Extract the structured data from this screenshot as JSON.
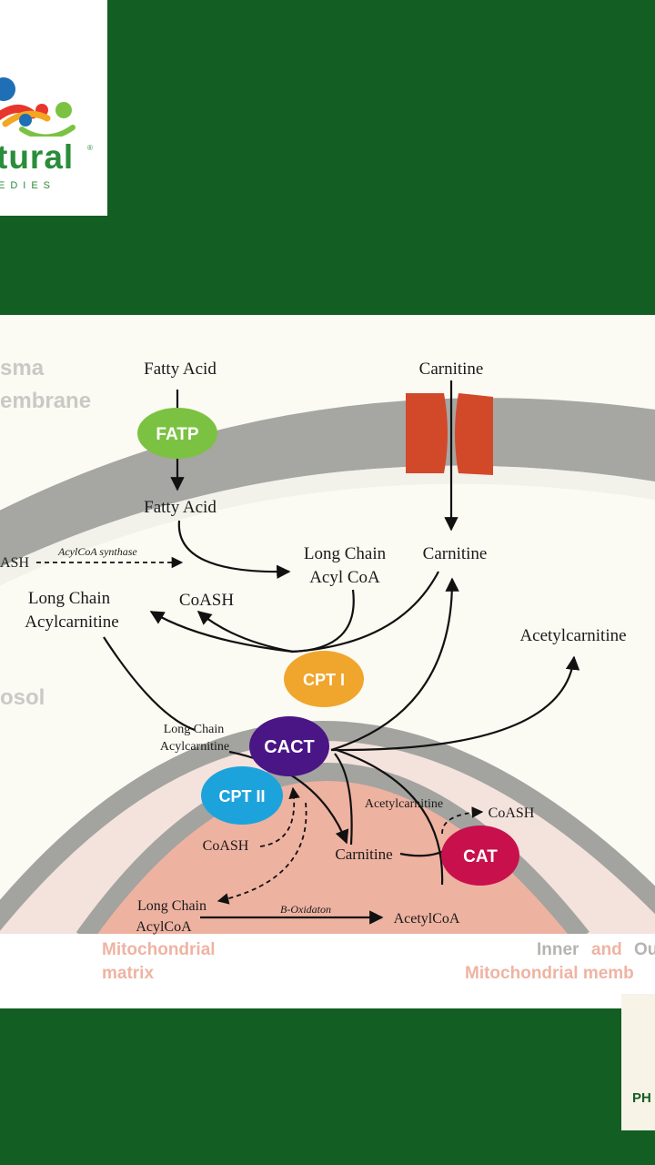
{
  "logo": {
    "word": "tural",
    "registered": "®",
    "sub": "EDIES"
  },
  "side_card": {
    "text": "PH"
  },
  "diagram": {
    "region_labels": {
      "plasma_1": "sma",
      "plasma_2": "embrane",
      "cytosol": "osol",
      "matrix_1": "Mitochondrial",
      "matrix_2": "matrix",
      "membrane_inner": "Inner",
      "membrane_and": "and",
      "membrane_outer": "Ou",
      "membrane_2": "Mitochondrial memb"
    },
    "enzymes": {
      "fatp": "FATP",
      "cpt1": "CPT I",
      "cact": "CACT",
      "cpt2": "CPT II",
      "cat": "CAT"
    },
    "labels": {
      "fatty_acid_top": "Fatty Acid",
      "carnitine_top": "Carnitine",
      "fatty_acid_mid": "Fatty Acid",
      "coash_left": "ASH",
      "acylcoa_synthase": "AcylCoA synthase",
      "lc_acyl_coa_1": "Long Chain",
      "lc_acyl_coa_2": "Acyl CoA",
      "carnitine_mid": "Carnitine",
      "lc_acylcarnitine_1": "Long Chain",
      "lc_acylcarnitine_2": "Acylcarnitine",
      "coash_mid": "CoASH",
      "acetylcarnitine_right": "Acetylcarnitine",
      "lc_acylcarnitine_in_1": "Long Chain",
      "lc_acylcarnitine_in_2": "Acylcarnitine",
      "acetylcarnitine_in": "Acetylcarnitine",
      "coash_cat": "CoASH",
      "coash_cpt2": "CoASH",
      "carnitine_in": "Carnitine",
      "lc_acylcoa_in_1": "Long Chain",
      "lc_acylcoa_in_2": "AcylCoA",
      "b_oxidation": "B-Oxidaton",
      "acetylcoa": "AcetylCoA"
    }
  },
  "colors": {
    "background_green": "#135e22",
    "fatp": "#7cc242",
    "cpt1": "#f0a62d",
    "cact": "#4a1585",
    "cpt2": "#1da3dc",
    "cat": "#c8104d",
    "channel": "#d2492a",
    "membrane": "#a6a6a3",
    "matrix": "#eeb2a1"
  }
}
